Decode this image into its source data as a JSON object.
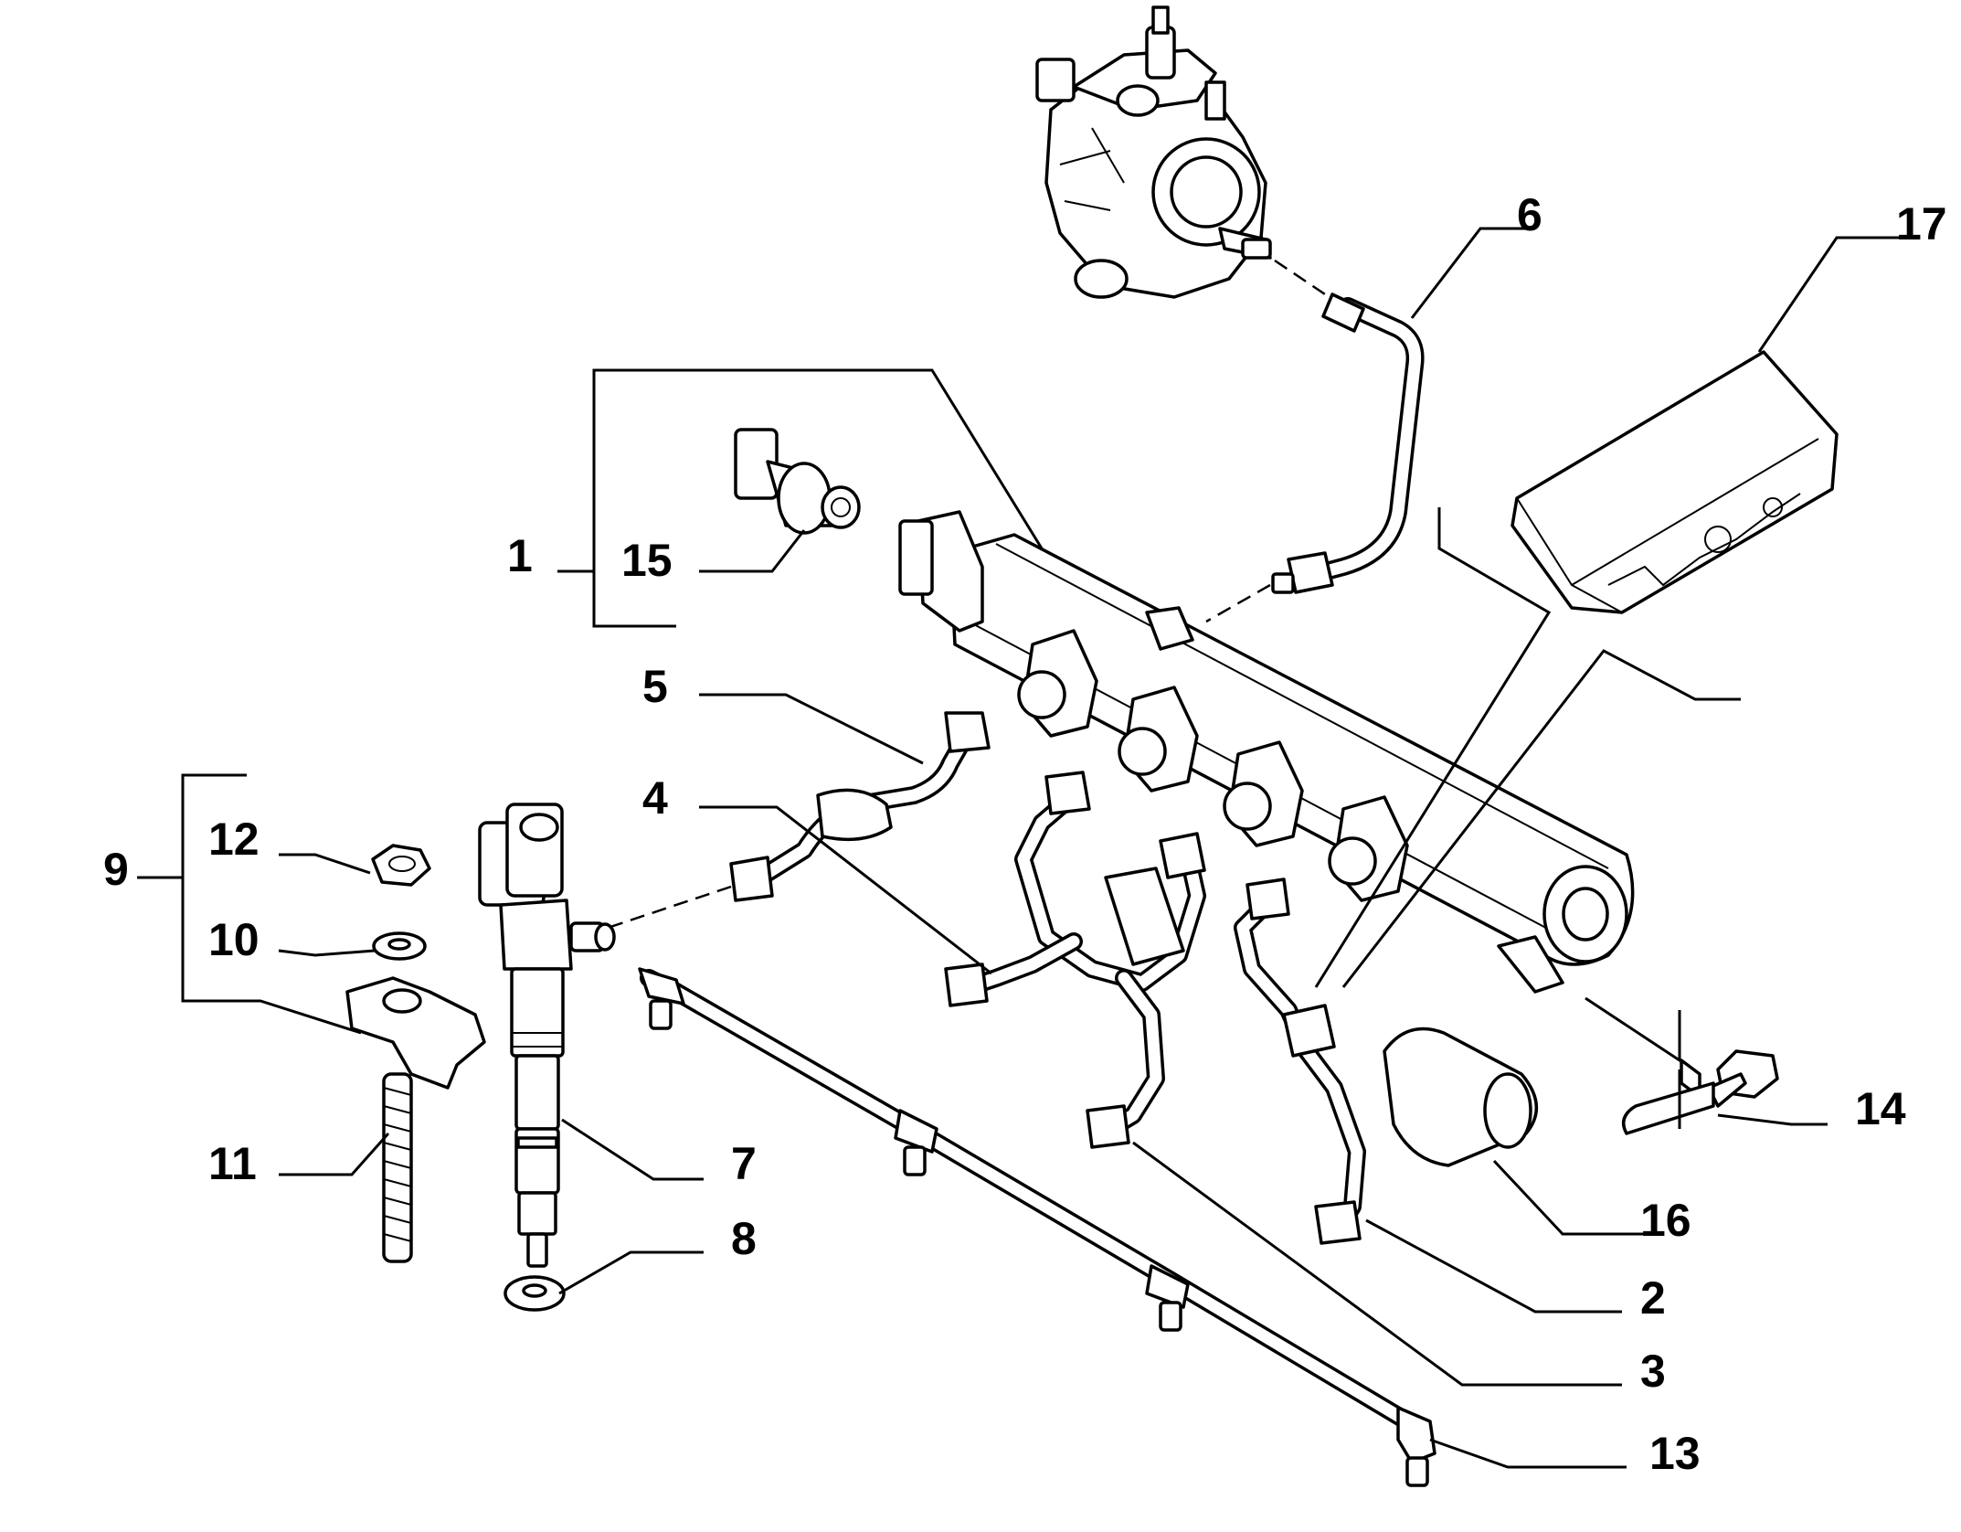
{
  "callouts": {
    "p1": "1",
    "p2": "2",
    "p3": "3",
    "p4": "4",
    "p5": "5",
    "p6": "6",
    "p7": "7",
    "p8": "8",
    "p9": "9",
    "p10": "10",
    "p11": "11",
    "p12": "12",
    "p13": "13",
    "p14": "14",
    "p15": "15",
    "p16": "16",
    "p17": "17"
  }
}
